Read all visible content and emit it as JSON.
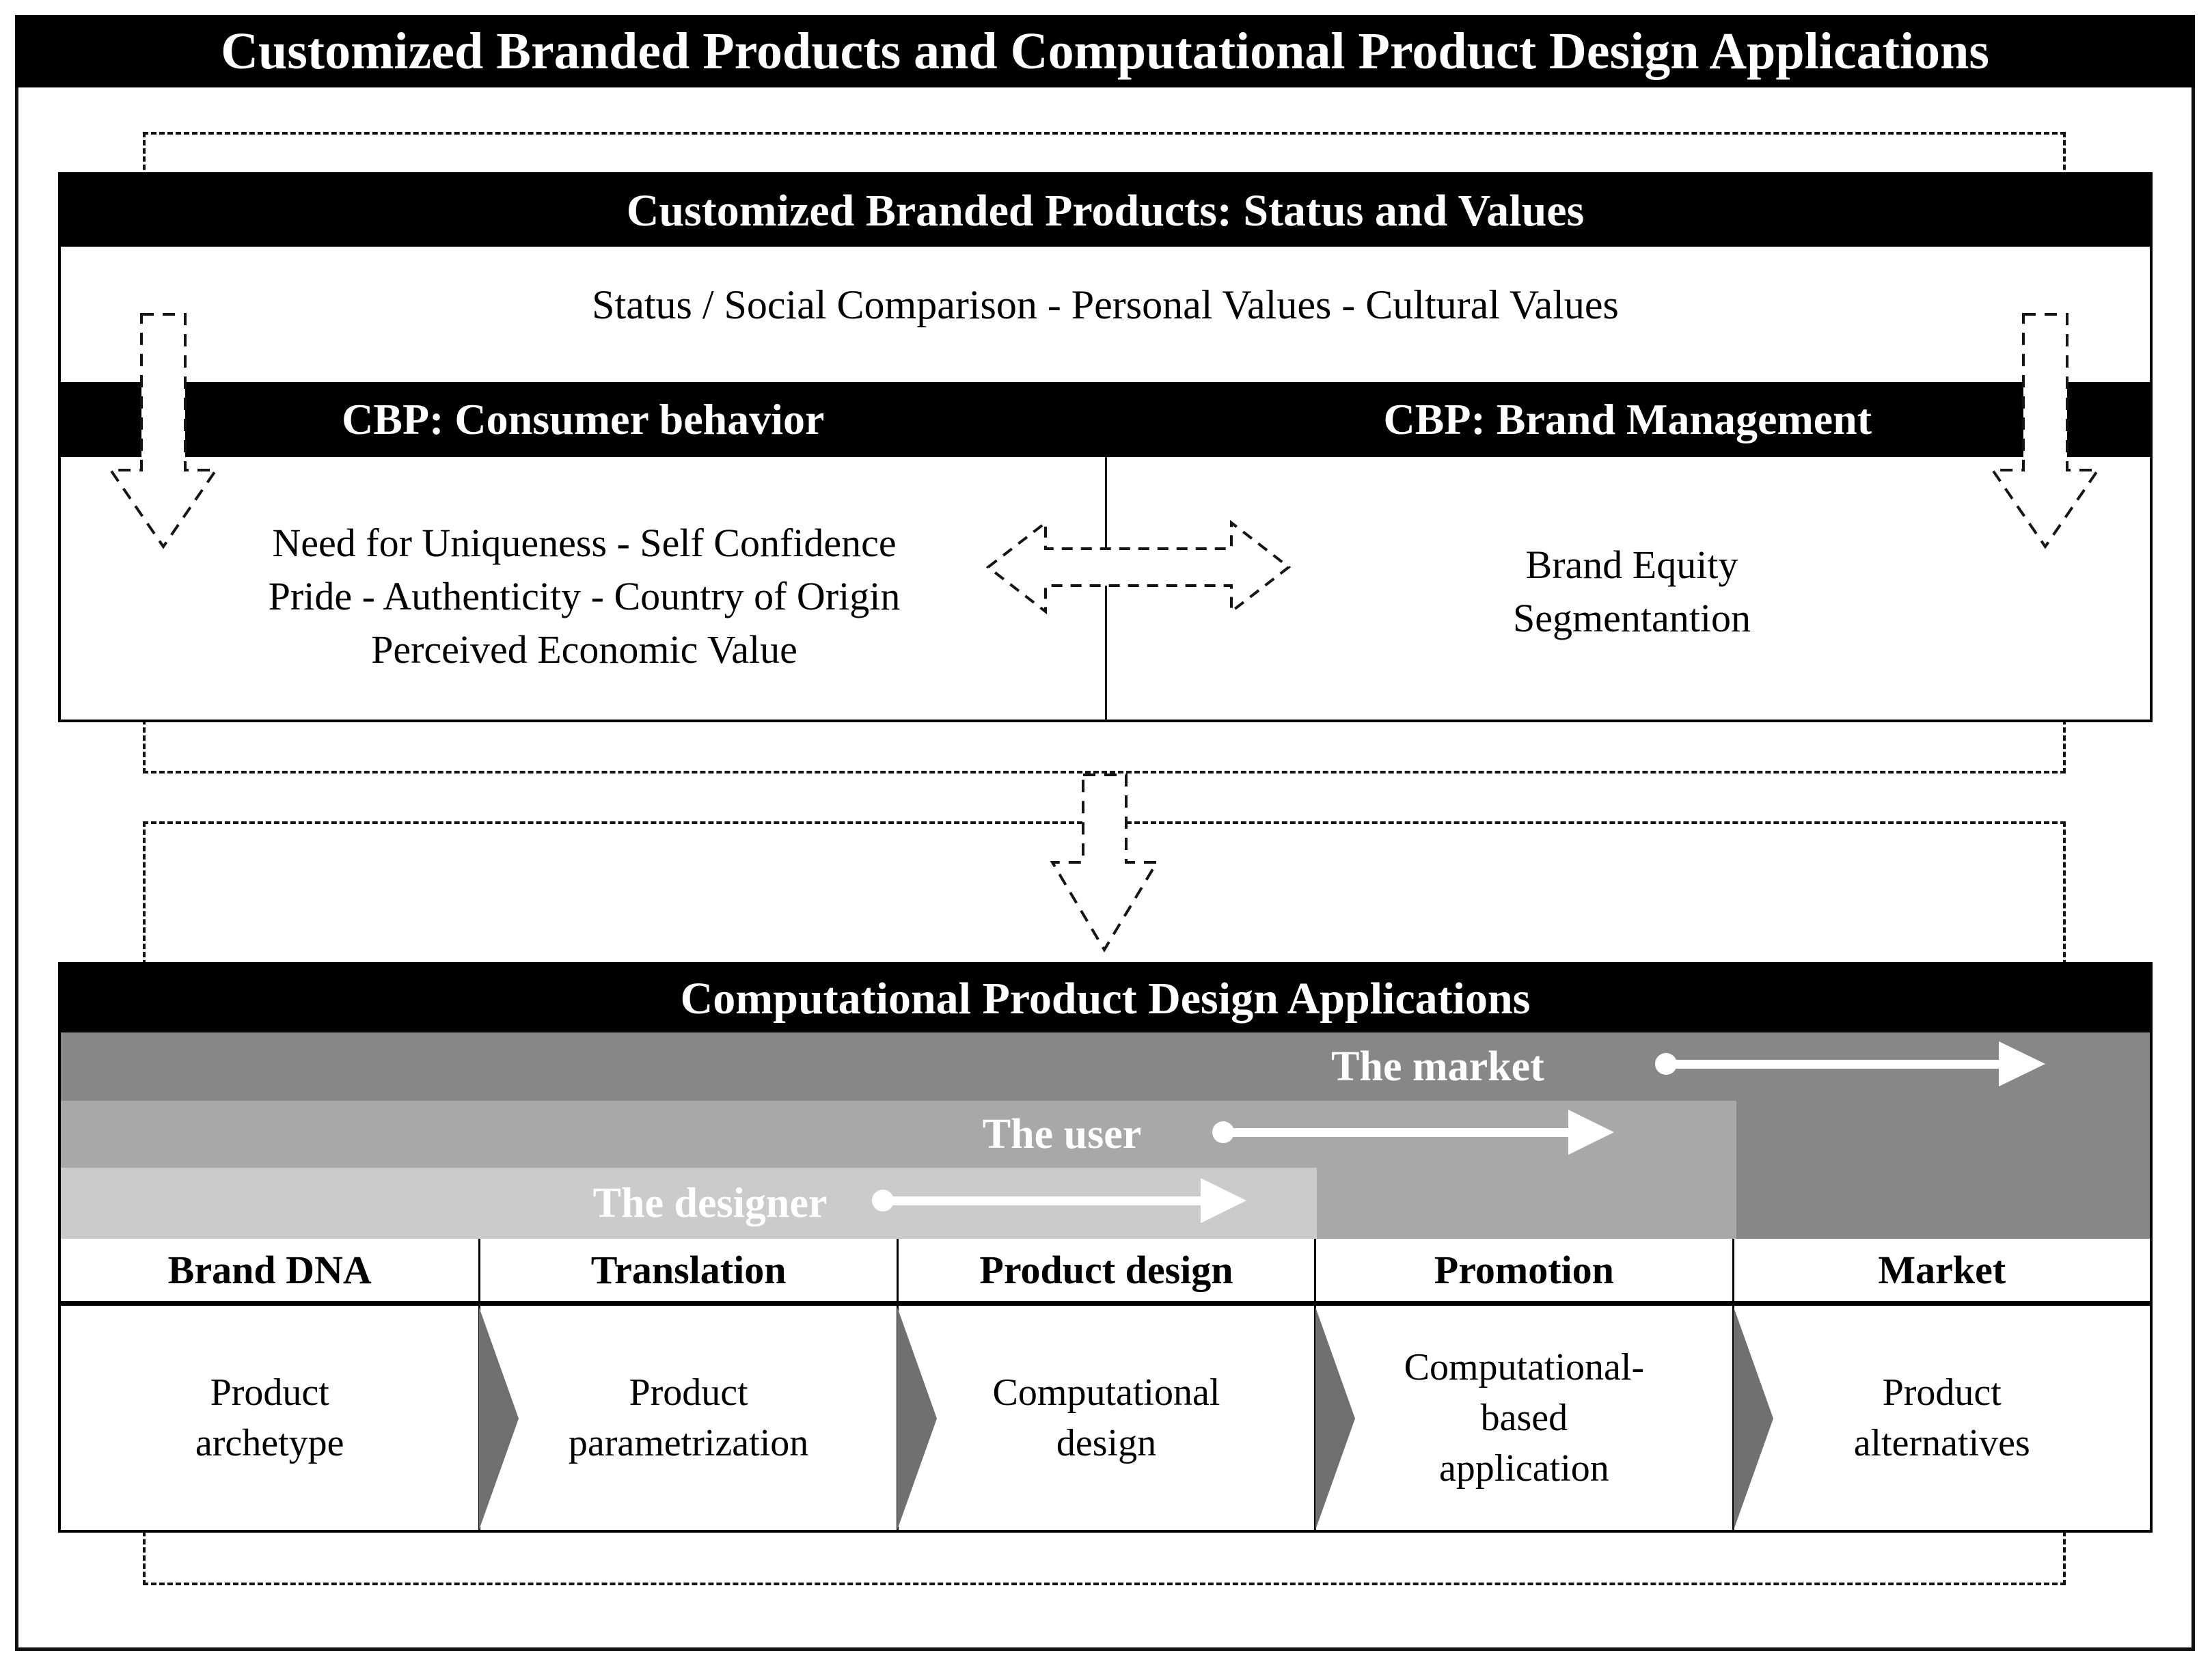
{
  "title": "Customized Branded Products and Computational Product Design Applications",
  "colors": {
    "bar_background": "#000000",
    "bar_text": "#ffffff",
    "band_market": "#878787",
    "band_user": "#a8a8a8",
    "band_designer": "#cbcbcb",
    "chevron": "#707070",
    "text": "#000000",
    "background": "#ffffff"
  },
  "cbp": {
    "header": "Customized Branded Products: Status and Values",
    "values_line": "Status / Social Comparison - Personal Values - Cultural Values",
    "consumer_behavior_label": "CBP: Consumer behavior",
    "brand_management_label": "CBP: Brand Management",
    "consumer_lines": [
      "Need for Uniqueness - Self Confidence",
      "Pride - Authenticity - Country of Origin",
      "Perceived Economic Value"
    ],
    "brand_lines": [
      "Brand Equity",
      "Segmentantion"
    ]
  },
  "cpda": {
    "header": "Computational Product Design Applications",
    "layers": [
      {
        "label": "The market"
      },
      {
        "label": "The user"
      },
      {
        "label": "The designer"
      }
    ],
    "table": {
      "columns": [
        {
          "header": "Brand DNA",
          "cell": "Product\narchetype"
        },
        {
          "header": "Translation",
          "cell": "Product\nparametrization"
        },
        {
          "header": "Product design",
          "cell": "Computational\ndesign"
        },
        {
          "header": "Promotion",
          "cell": "Computational-\nbased\napplication"
        },
        {
          "header": "Market",
          "cell": "Product\nalternatives"
        }
      ]
    }
  }
}
